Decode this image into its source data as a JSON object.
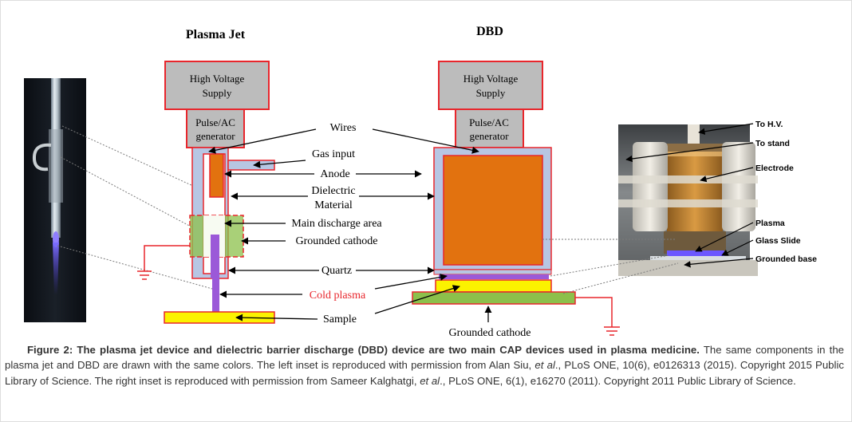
{
  "figure": {
    "plasma_jet": {
      "title": "Plasma Jet",
      "hv_supply": [
        "High Voltage",
        "Supply"
      ],
      "pulse_gen": [
        "Pulse/AC",
        "generator"
      ]
    },
    "dbd": {
      "title": "DBD",
      "hv_supply": [
        "High Voltage",
        "Supply"
      ],
      "pulse_gen": [
        "Pulse/AC",
        "generator"
      ],
      "grounded_cathode": "Grounded cathode"
    },
    "center_labels": {
      "wires": "Wires",
      "gas_input": "Gas input",
      "anode": "Anode",
      "dielectric": [
        "Dielectric",
        "Material"
      ],
      "main_discharge": "Main discharge area",
      "grounded_cathode": "Grounded cathode",
      "quartz": "Quartz",
      "cold_plasma": "Cold plasma",
      "sample": "Sample"
    },
    "right_inset_labels": {
      "to_hv": "To H.V.",
      "to_stand": "To stand",
      "electrode": "Electrode",
      "plasma": "Plasma",
      "glass_slide": "Glass Slide",
      "grounded_base": "Grounded base"
    },
    "colors": {
      "outline_red": "#e8262c",
      "gray_box": "#bcbcbc",
      "dielectric_blue": "#b7c6e3",
      "anode_orange": "#e2720f",
      "sample_yellow": "#fbf200",
      "cathode_green": "#8cc04b",
      "plasma_purple": "#9b59d8",
      "cold_plasma_text": "#e8262c"
    }
  },
  "caption": {
    "bold": "Figure 2: The plasma jet device and dielectric barrier discharge (DBD) device are two main CAP devices used in plasma medicine.",
    "text_1": " The same components in the plasma jet and DBD are drawn with the same colors. The left inset is reproduced with permission from Alan Siu, ",
    "italic_1": "et al",
    "text_2": "., PLoS ONE, 10(6), e0126313 (2015). Copyright 2015 Public Library of Science. The right inset is reproduced with permission from Sameer Kalghatgi, ",
    "italic_2": "et al",
    "text_3": "., PLoS ONE, 6(1), e16270 (2011). Copyright 2011 Public Library of Science."
  }
}
